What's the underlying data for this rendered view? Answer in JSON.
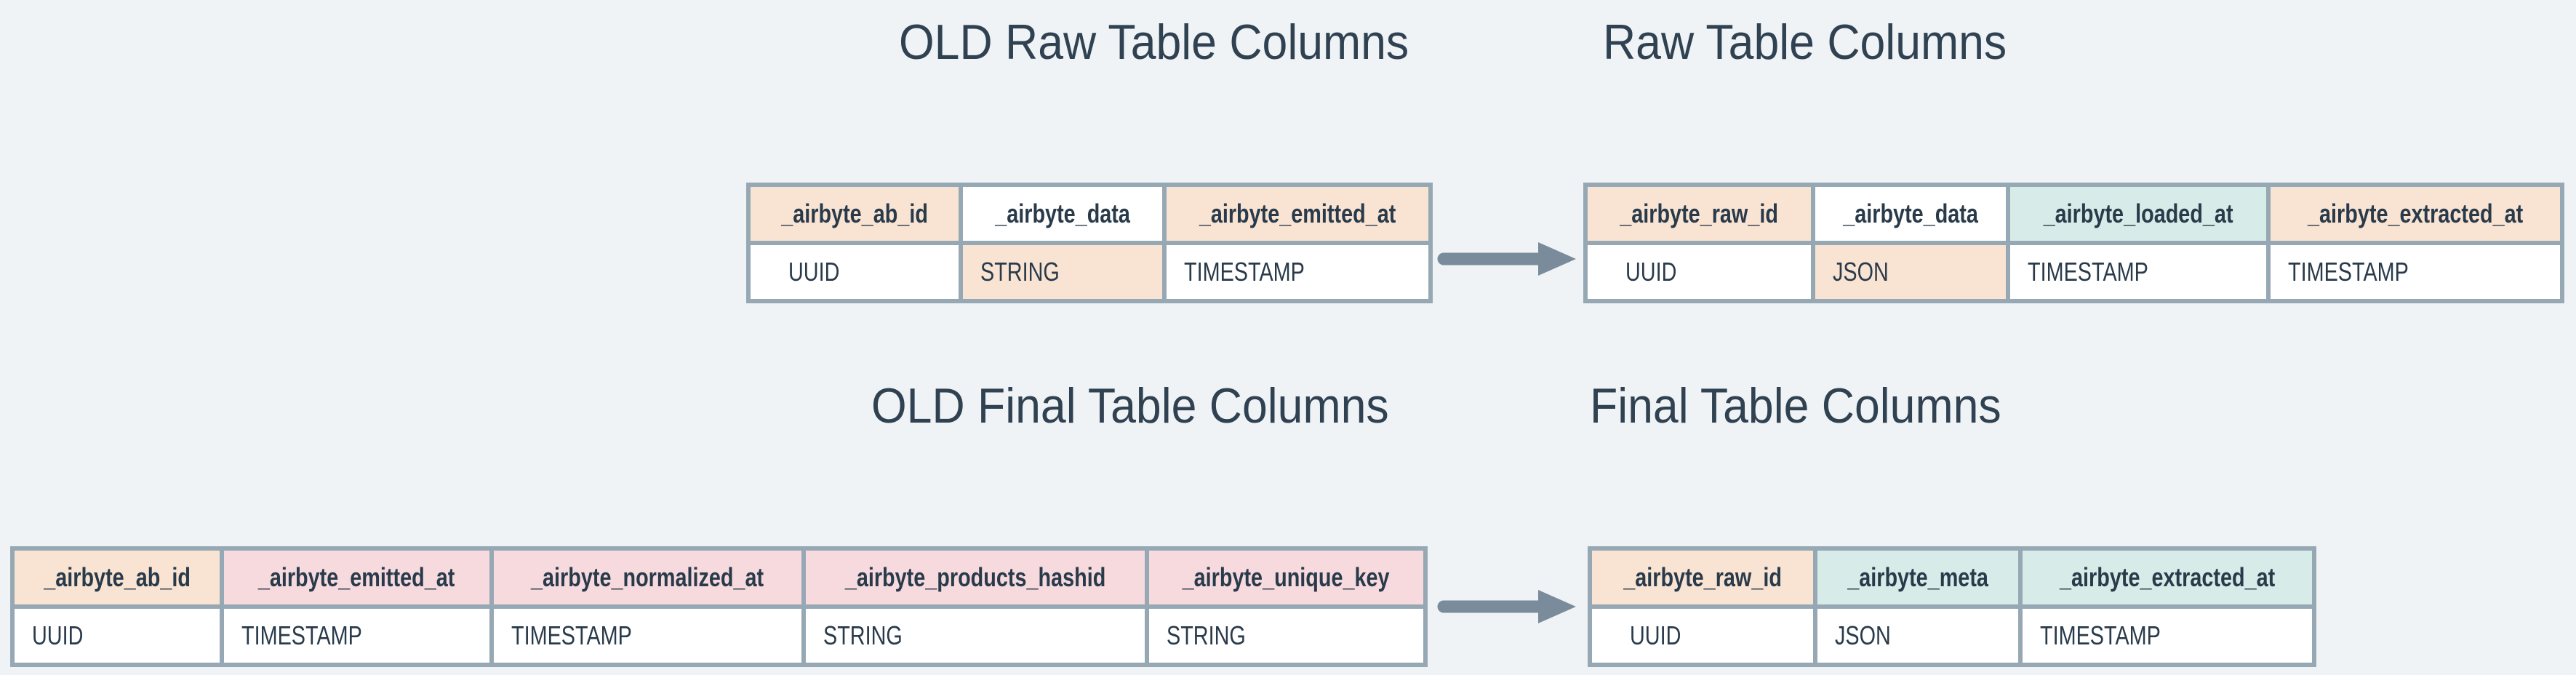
{
  "titles": {
    "old_raw": "OLD Raw Table Columns",
    "raw": "Raw Table Columns",
    "old_final": "OLD Final Table Columns",
    "final": "Final Table Columns"
  },
  "colors": {
    "peach": "#f9e4d3",
    "pink": "#f7dade",
    "teal": "#d7ece8",
    "white": "#ffffff",
    "border": "#97a8b5",
    "arrow": "#7a8c9b",
    "background": "#eff3f6",
    "text": "#293a4a",
    "title_text": "#304252"
  },
  "tables": {
    "old_raw": {
      "columns": [
        {
          "name": "_airbyte_ab_id",
          "type": "UUID",
          "name_color": "peach",
          "type_color": "white"
        },
        {
          "name": "_airbyte_data",
          "type": "STRING",
          "name_color": "white",
          "type_color": "peach"
        },
        {
          "name": "_airbyte_emitted_at",
          "type": "TIMESTAMP",
          "name_color": "peach",
          "type_color": "white"
        }
      ]
    },
    "raw": {
      "columns": [
        {
          "name": "_airbyte_raw_id",
          "type": "UUID",
          "name_color": "peach",
          "type_color": "white"
        },
        {
          "name": "_airbyte_data",
          "type": "JSON",
          "name_color": "white",
          "type_color": "peach"
        },
        {
          "name": "_airbyte_loaded_at",
          "type": "TIMESTAMP",
          "name_color": "teal",
          "type_color": "white"
        },
        {
          "name": "_airbyte_extracted_at",
          "type": "TIMESTAMP",
          "name_color": "peach",
          "type_color": "white"
        }
      ]
    },
    "old_final": {
      "columns": [
        {
          "name": "_airbyte_ab_id",
          "type": "UUID",
          "name_color": "peach",
          "type_color": "white"
        },
        {
          "name": "_airbyte_emitted_at",
          "type": "TIMESTAMP",
          "name_color": "pink",
          "type_color": "white"
        },
        {
          "name": "_airbyte_normalized_at",
          "type": "TIMESTAMP",
          "name_color": "pink",
          "type_color": "white"
        },
        {
          "name": "_airbyte_products_hashid",
          "type": "STRING",
          "name_color": "pink",
          "type_color": "white"
        },
        {
          "name": "_airbyte_unique_key",
          "type": "STRING",
          "name_color": "pink",
          "type_color": "white"
        }
      ]
    },
    "final": {
      "columns": [
        {
          "name": "_airbyte_raw_id",
          "type": "UUID",
          "name_color": "peach",
          "type_color": "white"
        },
        {
          "name": "_airbyte_meta",
          "type": "JSON",
          "name_color": "teal",
          "type_color": "white"
        },
        {
          "name": "_airbyte_extracted_at",
          "type": "TIMESTAMP",
          "name_color": "teal",
          "type_color": "white"
        }
      ]
    }
  }
}
